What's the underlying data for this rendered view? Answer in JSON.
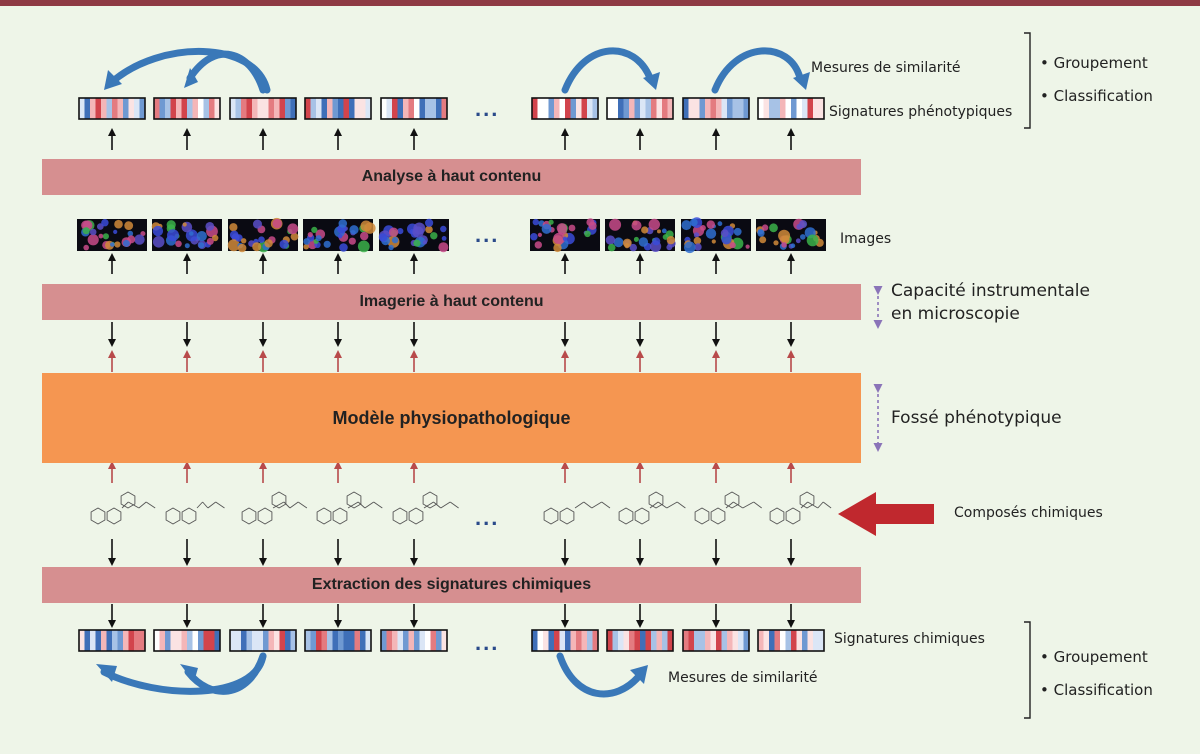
{
  "bands": {
    "analysis": "Analyse à haut contenu",
    "imaging": "Imagerie à haut contenu",
    "model": "Modèle physiopathologique",
    "extraction": "Extraction des signatures chimiques"
  },
  "labels": {
    "top_similarity": "Mesures de similarité",
    "phenotypic_signatures": "Signatures phénotypiques",
    "images": "Images",
    "instrument_line1": "Capacité instrumentale",
    "instrument_line2": "en microscopie",
    "phenotypic_gap": "Fossé phénotypique",
    "compounds": "Composés chimiques",
    "chemical_signatures": "Signatures chimiques",
    "bottom_similarity": "Mesures de similarité"
  },
  "outcomes_top": [
    "• Groupement",
    "• Classification"
  ],
  "outcomes_bottom": [
    "• Groupement",
    "• Classification"
  ],
  "ellipsis": "...",
  "colors": {
    "top_bar": "#8e3a44",
    "band_pink": "#d68f90",
    "band_orange": "#f59651",
    "flow_arrow": "#111111",
    "red_arrow": "#b84a4a",
    "similarity_arc": "#3a78b8",
    "dashed_arrow": "#8a74b8",
    "compound_arrow": "#c0282e"
  }
}
